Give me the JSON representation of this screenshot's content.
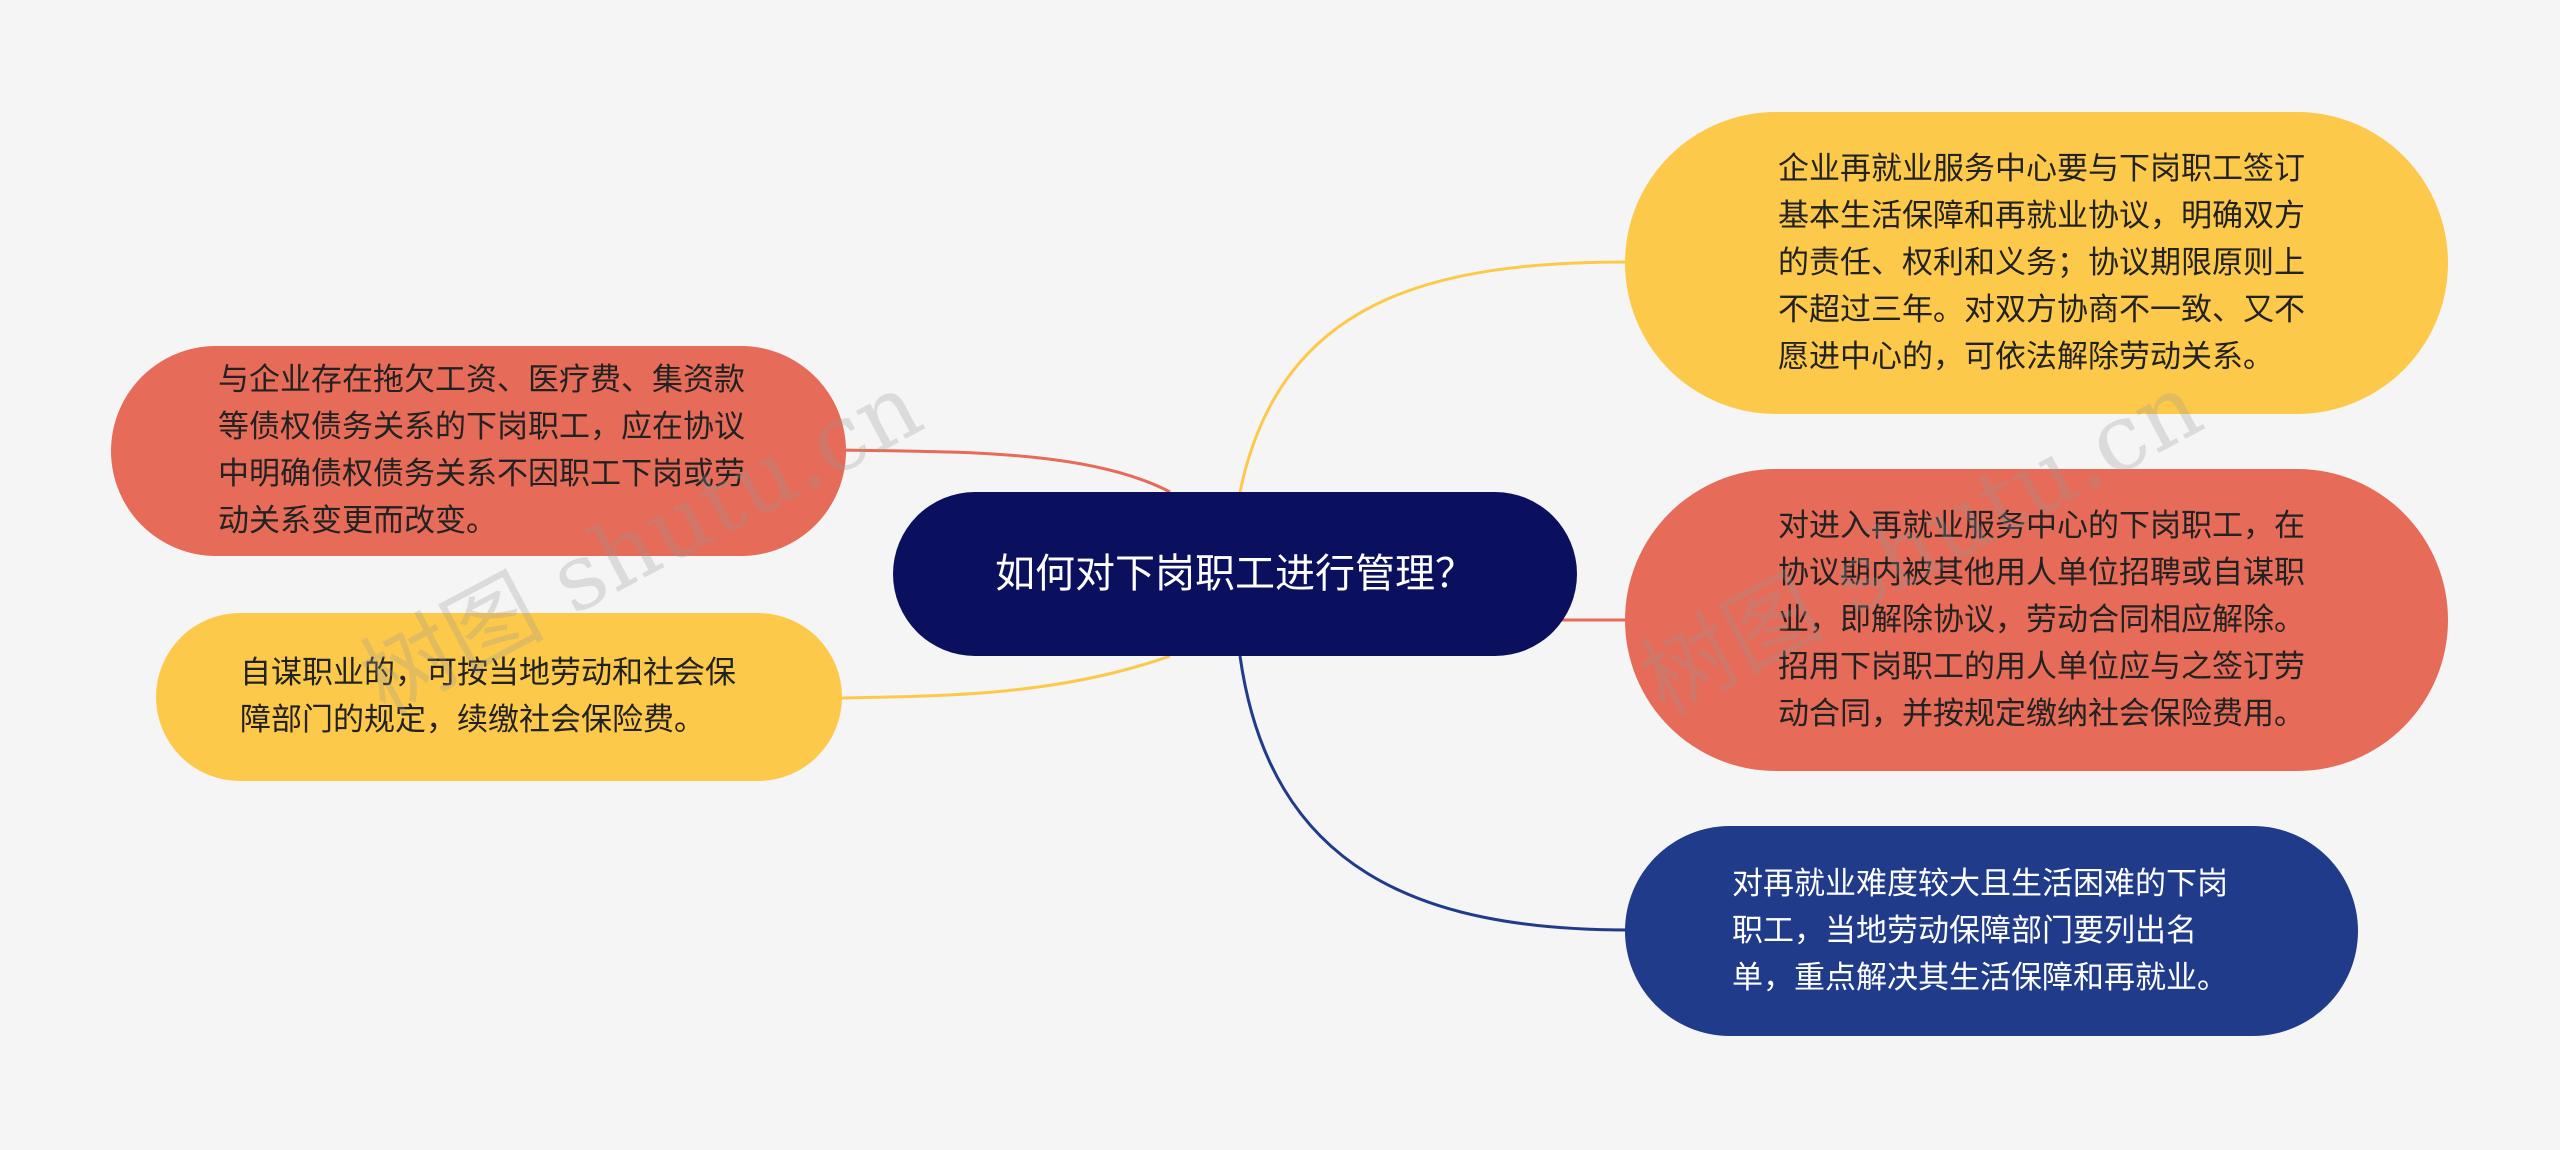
{
  "mindmap": {
    "root": {
      "label": "如何对下岗职工进行管理？"
    },
    "branches": [
      {
        "id": "left1",
        "color": "#e66b58",
        "label": "与企业存在拖欠工资、医疗费、集资款等债权债务关系的下岗职工，应在协议中明确债权债务关系不因职工下岗或劳动关系变更而改变。"
      },
      {
        "id": "left2",
        "color": "#fdc94a",
        "label": "自谋职业的，可按当地劳动和社会保障部门的规定，续缴社会保险费。"
      },
      {
        "id": "right1",
        "color": "#fdc94a",
        "label": "企业再就业服务中心要与下岗职工签订基本生活保障和再就业协议，明确双方的责任、权利和义务；协议期限原则上不超过三年。对双方协商不一致、又不愿进中心的，可依法解除劳动关系。"
      },
      {
        "id": "right2",
        "color": "#e66b58",
        "label": "对进入再就业服务中心的下岗职工，在协议期内被其他用人单位招聘或自谋职业，即解除协议，劳动合同相应解除。招用下岗职工的用人单位应与之签订劳动合同，并按规定缴纳社会保险费用。"
      },
      {
        "id": "right3",
        "color": "#1f3b8a",
        "label": "对再就业难度较大且生活困难的下岗职工，当地劳动保障部门要列出名单，重点解决其生活保障和再就业。"
      }
    ]
  },
  "watermark": {
    "text": "树图 shutu.cn"
  }
}
